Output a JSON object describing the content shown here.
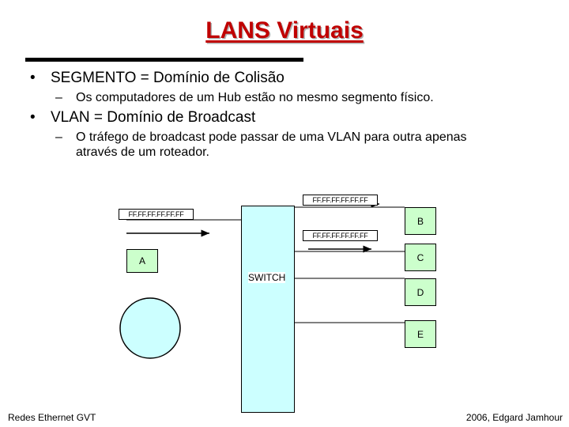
{
  "slide": {
    "title": "LANS Virtuais",
    "bullets": [
      {
        "text": "SEGMENTO = Domínio de Colisão",
        "subs": [
          "Os computadores de um Hub estão no mesmo segmento físico."
        ]
      },
      {
        "text": "VLAN = Domínio de Broadcast",
        "subs": [
          "O tráfego de broadcast pode passar de uma VLAN para outra apenas",
          "através de um roteador."
        ]
      }
    ]
  },
  "diagram": {
    "switch_label": "SWITCH",
    "hosts": {
      "a": "A",
      "b": "B",
      "c": "C",
      "d": "D",
      "e": "E"
    },
    "broadcast_labels": {
      "top": "FF.FF.FF.FF.FF.FF",
      "left": "FF.FF.FF.FF.FF.FF",
      "middle": "FF.FF.FF.FF.FF.FF"
    }
  },
  "footer": {
    "left": "Redes Ethernet GVT",
    "right": "2006, Edgard Jamhour"
  },
  "colors": {
    "title": "#c00000",
    "host_fill": "#ccffcc",
    "hub_fill": "#ccffff"
  }
}
